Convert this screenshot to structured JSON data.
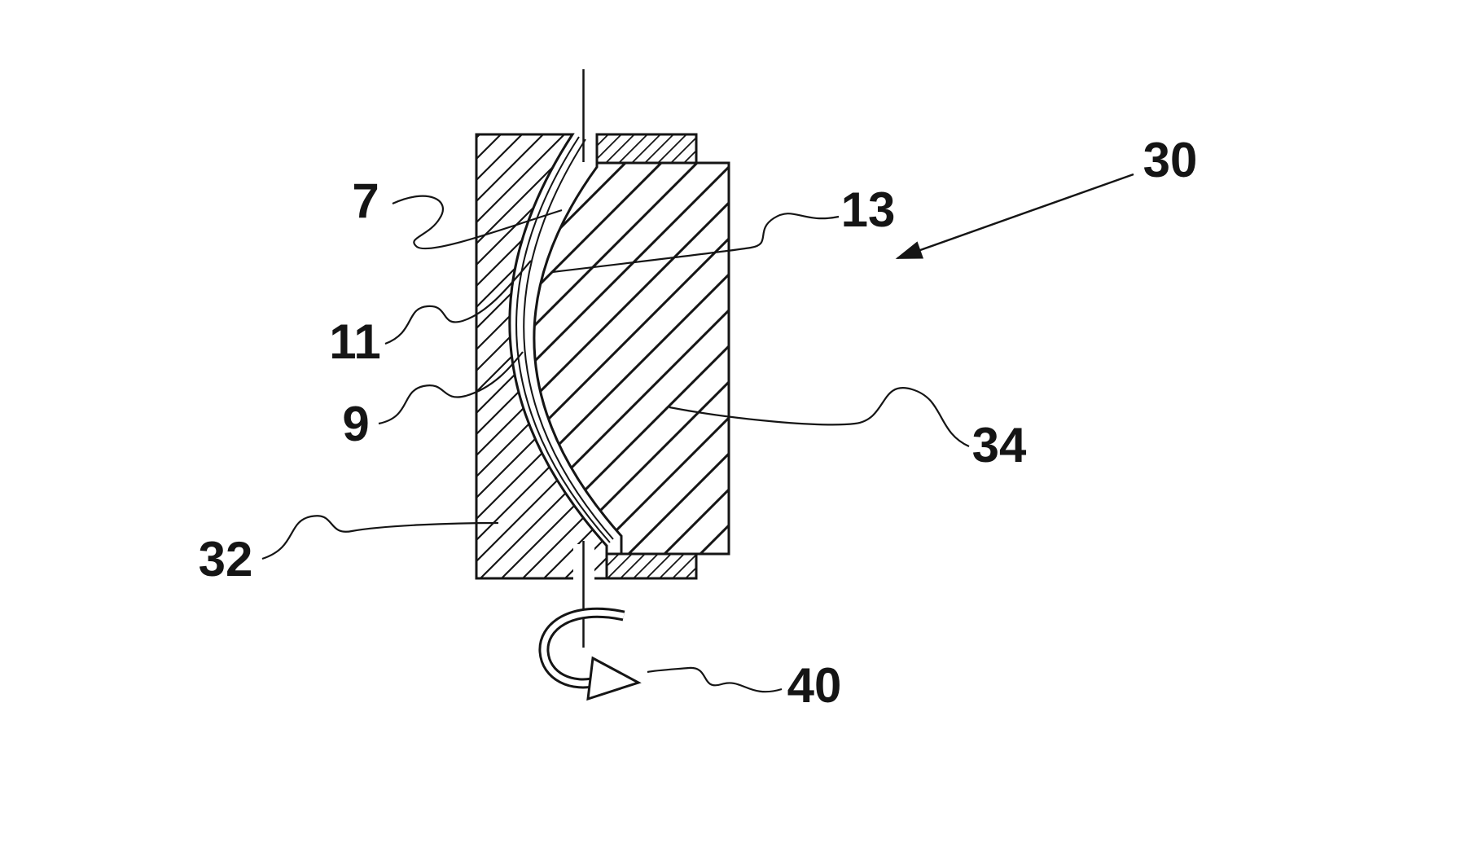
{
  "figure": {
    "type": "patent-line-drawing",
    "colors": {
      "ink": "#151515",
      "background": "#ffffff"
    },
    "labels": {
      "ref_7": "7",
      "ref_9": "9",
      "ref_11": "11",
      "ref_13": "13",
      "ref_30": "30",
      "ref_32": "32",
      "ref_34": "34",
      "ref_40": "40"
    }
  }
}
